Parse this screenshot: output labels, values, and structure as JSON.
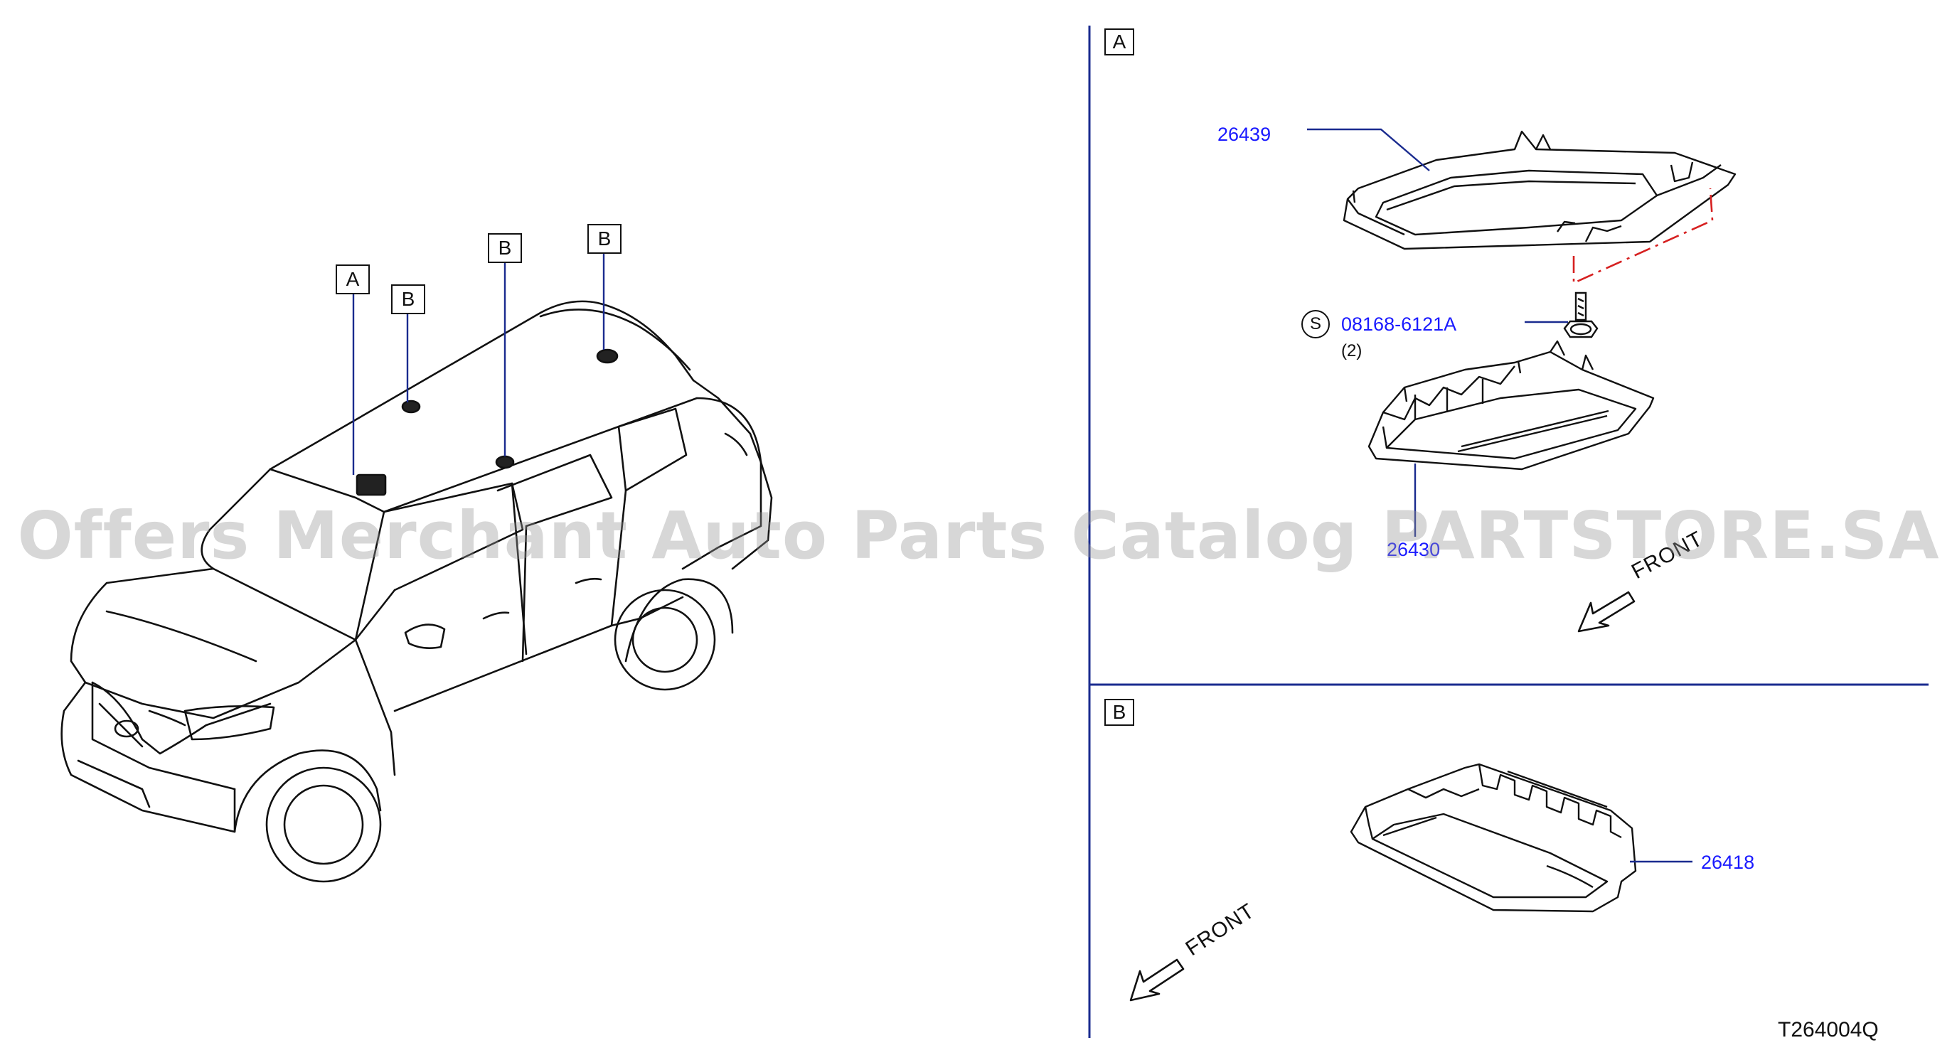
{
  "overview": {
    "callouts": [
      "A",
      "B",
      "B",
      "B"
    ]
  },
  "section_a": {
    "label": "A",
    "parts": [
      {
        "number": "26439"
      },
      {
        "number": "08168-6121A",
        "symbol": "S",
        "quantity": "(2)"
      },
      {
        "number": "26430"
      }
    ],
    "front": "FRONT"
  },
  "section_b": {
    "label": "B",
    "parts": [
      {
        "number": "26418"
      }
    ],
    "front": "FRONT"
  },
  "figure_code": "T264004Q",
  "watermark": "Offers Merchant Auto Parts Catalog PARTSTORE.SA"
}
